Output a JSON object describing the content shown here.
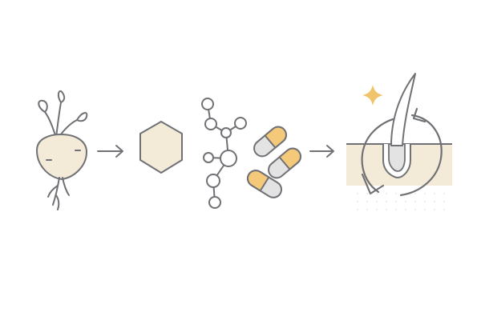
{
  "diagram": {
    "steps": [
      {
        "id": "root",
        "icon": "maca-root-icon"
      },
      {
        "id": "extract",
        "icon": "hexagon-extract-icon"
      },
      {
        "id": "compound",
        "icon": "molecule-capsules-icon"
      },
      {
        "id": "result",
        "icon": "hair-follicle-growth-icon"
      }
    ],
    "arrows": 2,
    "colors": {
      "stroke": "#6f7175",
      "cream": "#f3ead8",
      "capsule_yellow": "#f5c97a",
      "capsule_gray": "#e3e3e3",
      "sparkle": "#f0c46a",
      "background": "#ffffff"
    }
  }
}
